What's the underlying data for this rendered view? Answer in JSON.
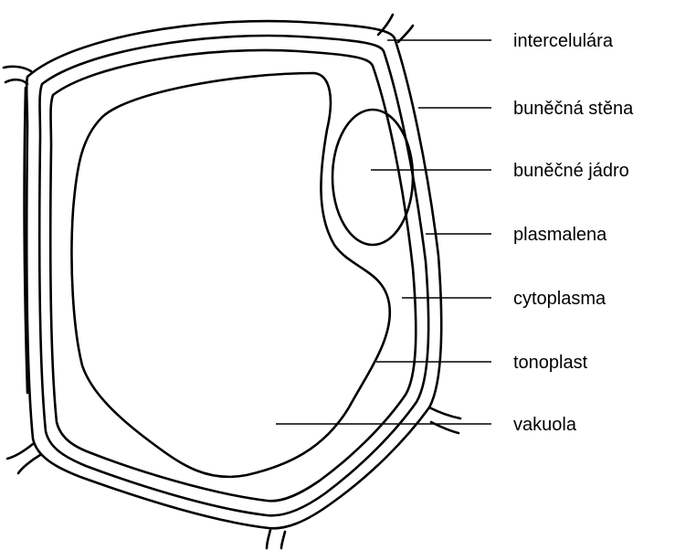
{
  "colors": {
    "stroke": "#000000",
    "background": "#ffffff"
  },
  "labels": {
    "intercellular": "intercelulára",
    "cell_wall": "buněčná stěna",
    "nucleus": "buněčné jádro",
    "plasma_membrane": "plasmalena",
    "cytoplasm": "cytoplasma",
    "tonoplast": "tonoplast",
    "vacuole": "vakuola"
  }
}
